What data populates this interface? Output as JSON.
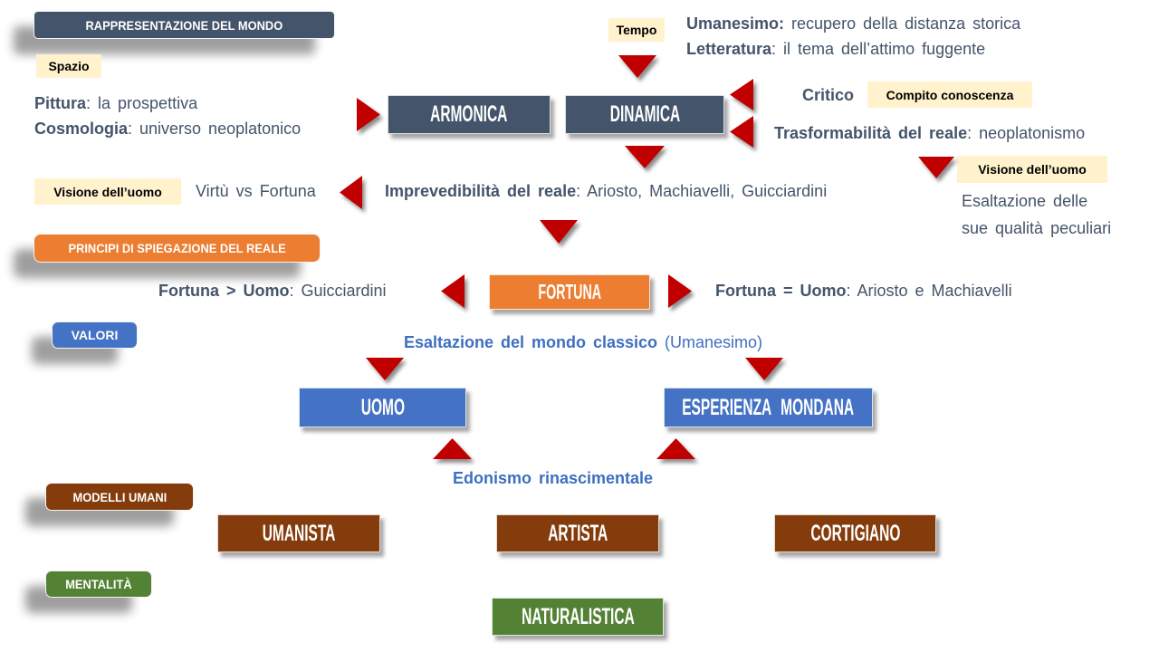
{
  "colors": {
    "slate": "#44546A",
    "orange": "#ED7D31",
    "blue": "#4472C4",
    "brown": "#843C0C",
    "green": "#548235",
    "yellow": "#FFF2CC",
    "red": "#C00000",
    "text": "#44546A",
    "blue_text": "#3E6FC0"
  },
  "legend": {
    "title": "RAPPRESENTAZIONE DEL MONDO",
    "spazio": "Spazio",
    "tempo": "Tempo",
    "compito_conoscenza": "Compito conoscenza",
    "visione_uomo_right": "Visione dell’uomo",
    "visione_uomo_left": "Visione dell’uomo",
    "principi": "PRINCIPI DI SPIEGAZIONE DEL REALE",
    "valori": "VALORI",
    "modelli_umani": "MODELLI UMANI",
    "mentalita": "MENTALITÀ"
  },
  "boxes": {
    "armonica": "ARMONICA",
    "dinamica": "DINAMICA",
    "fortuna": "FORTUNA",
    "uomo": "UOMO",
    "esperienza_mondana": "ESPERIENZA MONDANA",
    "umanista": "UMANISTA",
    "artista": "ARTISTA",
    "cortigiano": "CORTIGIANO",
    "naturalistica": "NATURALISTICA"
  },
  "texts": {
    "pittura_lead": "Pittura",
    "pittura_rest": ": la prospettiva",
    "cosmologia_lead": "Cosmologia",
    "cosmologia_rest": ": universo neoplatonico",
    "umanesimo_lead": "Umanesimo:",
    "umanesimo_rest": " recupero della distanza storica",
    "letteratura_lead": "Letteratura",
    "letteratura_rest": ": il tema dell’attimo fuggente",
    "critico": "Critico",
    "trasformabilita_lead": "Trasformabilità del reale",
    "trasformabilita_rest": ": neoplatonismo",
    "esaltazione_qualita_line1": "Esaltazione delle",
    "esaltazione_qualita_line2": "sue qualità peculiari",
    "virtu_vs_fortuna": "Virtù vs Fortuna",
    "imprevedibilita_lead": "Imprevedibilità del reale",
    "imprevedibilita_rest": ": Ariosto, Machiavelli, Guicciardini",
    "fortuna_gt_lead": "Fortuna > Uomo",
    "fortuna_gt_rest": ": Guicciardini",
    "fortuna_eq_lead": "Fortuna = Uomo",
    "fortuna_eq_rest": ": Ariosto e Machiavelli",
    "esaltazione_classico_lead": "Esaltazione del mondo classico",
    "esaltazione_classico_rest": " (Umanesimo)",
    "edonismo": "Edonismo rinascimentale"
  },
  "icons": {
    "arrow_right": "red-triangle-right",
    "arrow_left": "red-triangle-left",
    "arrow_down": "red-triangle-down",
    "arrow_up": "red-triangle-up"
  }
}
